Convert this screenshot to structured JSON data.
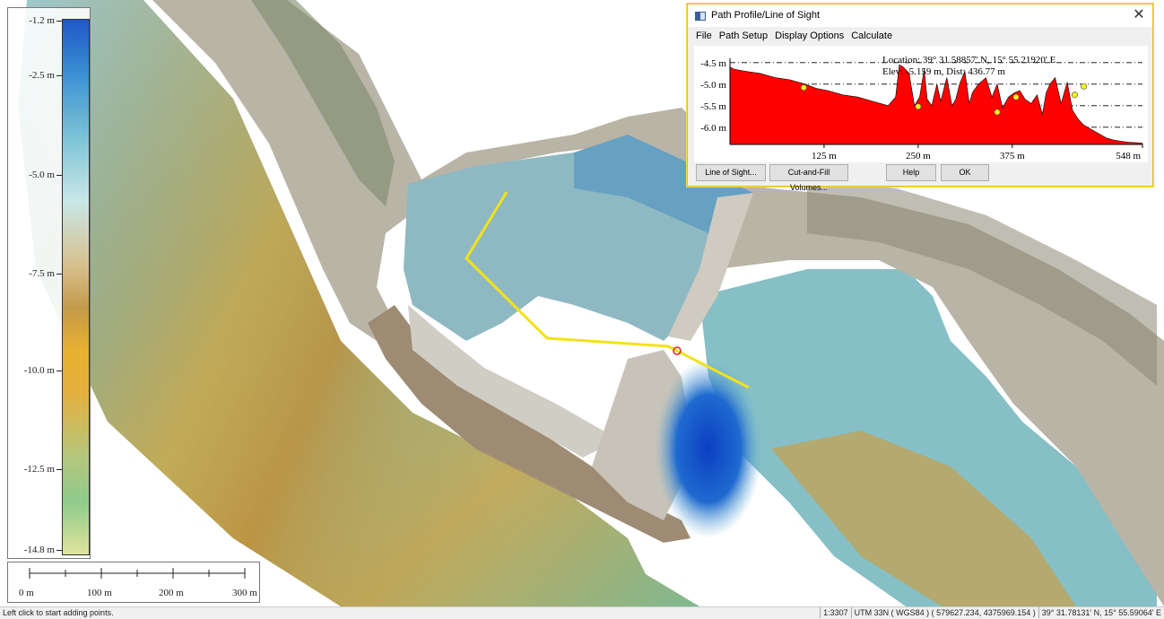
{
  "legend": {
    "labels": [
      "-1.2 m",
      "-2.5 m",
      "-5.0 m",
      "-7.5 m",
      "-10.0 m",
      "-12.5 m",
      "-14.8 m"
    ]
  },
  "scalebar": {
    "labels": [
      "0 m",
      "100 m",
      "200 m",
      "300 m"
    ]
  },
  "status": {
    "hint": "Left click to start adding points.",
    "scale": "1:3307",
    "projection": "UTM 33N ( WGS84 ) ( 579627.234, 4375969.154 )",
    "latlon": "39° 31.78131' N, 15° 55.59064' E"
  },
  "dialog": {
    "title": "Path Profile/Line of Sight",
    "close_glyph": "✕",
    "menu": [
      "File",
      "Path Setup",
      "Display Options",
      "Calculate"
    ],
    "location_line": "Location: 39° 31.58857' N, 15° 55.21920' E",
    "elev_line": "Elev: -5.159 m, Dist: 436.77 m",
    "buttons": {
      "line_of_sight": "Line of Sight...",
      "cut_fill": "Cut-and-Fill Volumes...",
      "help": "Help",
      "ok": "OK"
    },
    "profile_color": "#ff0000"
  },
  "chart_data": {
    "type": "area",
    "title": "",
    "xlabel": "",
    "ylabel": "",
    "xlim": [
      0,
      548
    ],
    "ylim": [
      -6.4,
      -4.4
    ],
    "y_ticks": [
      -4.5,
      -5.0,
      -5.5,
      -6.0
    ],
    "y_tick_labels": [
      "-4.5 m",
      "-5.0 m",
      "-5.5 m",
      "-6.0 m"
    ],
    "x_ticks": [
      125,
      250,
      375,
      548
    ],
    "x_tick_labels": [
      "125 m",
      "250 m",
      "375 m",
      "548 m"
    ],
    "grid": true,
    "series": [
      {
        "x": [
          0,
          5,
          20,
          40,
          60,
          80,
          100,
          115,
          130,
          150,
          170,
          190,
          200,
          210,
          220,
          225,
          230,
          238,
          245,
          252,
          258,
          262,
          268,
          275,
          280,
          288,
          295,
          300,
          305,
          312,
          318,
          322,
          330,
          340,
          348,
          355,
          362,
          370,
          378,
          385,
          392,
          400,
          408,
          415,
          420,
          425,
          432,
          440,
          448,
          455,
          462,
          470,
          480,
          490,
          500,
          510,
          520,
          530,
          540,
          548
        ],
        "y": [
          -4.6,
          -4.65,
          -4.7,
          -4.75,
          -4.85,
          -4.9,
          -5.0,
          -5.1,
          -5.15,
          -5.25,
          -5.3,
          -5.4,
          -5.45,
          -5.5,
          -5.3,
          -4.55,
          -4.6,
          -4.75,
          -5.5,
          -5.3,
          -4.65,
          -5.35,
          -5.5,
          -5.0,
          -5.4,
          -4.85,
          -5.5,
          -5.35,
          -5.0,
          -4.7,
          -5.45,
          -5.2,
          -5.0,
          -4.85,
          -5.3,
          -5.0,
          -5.55,
          -5.3,
          -5.2,
          -5.15,
          -5.35,
          -5.45,
          -5.25,
          -5.7,
          -5.2,
          -5.0,
          -4.85,
          -5.45,
          -4.95,
          -5.6,
          -5.8,
          -5.95,
          -6.05,
          -6.15,
          -6.25,
          -6.3,
          -6.33,
          -6.35,
          -6.36,
          -6.37
        ]
      }
    ],
    "markers": [
      {
        "x": 98,
        "y": -5.08
      },
      {
        "x": 250,
        "y": -5.52
      },
      {
        "x": 355,
        "y": -5.65
      },
      {
        "x": 380,
        "y": -5.3
      },
      {
        "x": 458,
        "y": -5.25
      },
      {
        "x": 470,
        "y": -5.05
      }
    ]
  }
}
